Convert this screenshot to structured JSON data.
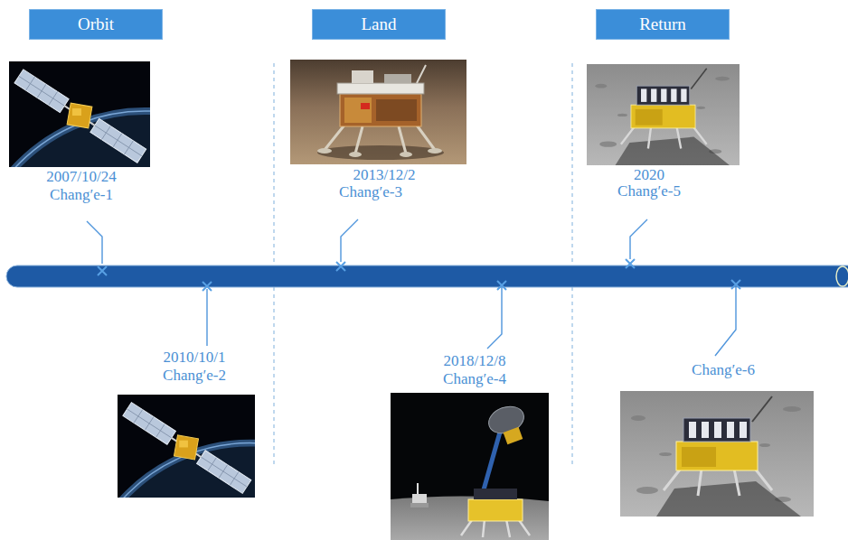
{
  "diagram": {
    "nodes": [
      {
        "text": [
          "Orbit"
        ]
      },
      {
        "text": [
          "Land"
        ]
      },
      {
        "text": [
          "Return"
        ]
      }
    ],
    "labels": [
      "2007/10/24",
      "Chang′e-1",
      "2010/10/1",
      "Chang′e-2",
      "2013/12/2",
      "Chang′e-3",
      "2018/12/8",
      "Chang′e-4",
      "2020",
      "Chang′e-5",
      "Chang′e-6"
    ]
  }
}
